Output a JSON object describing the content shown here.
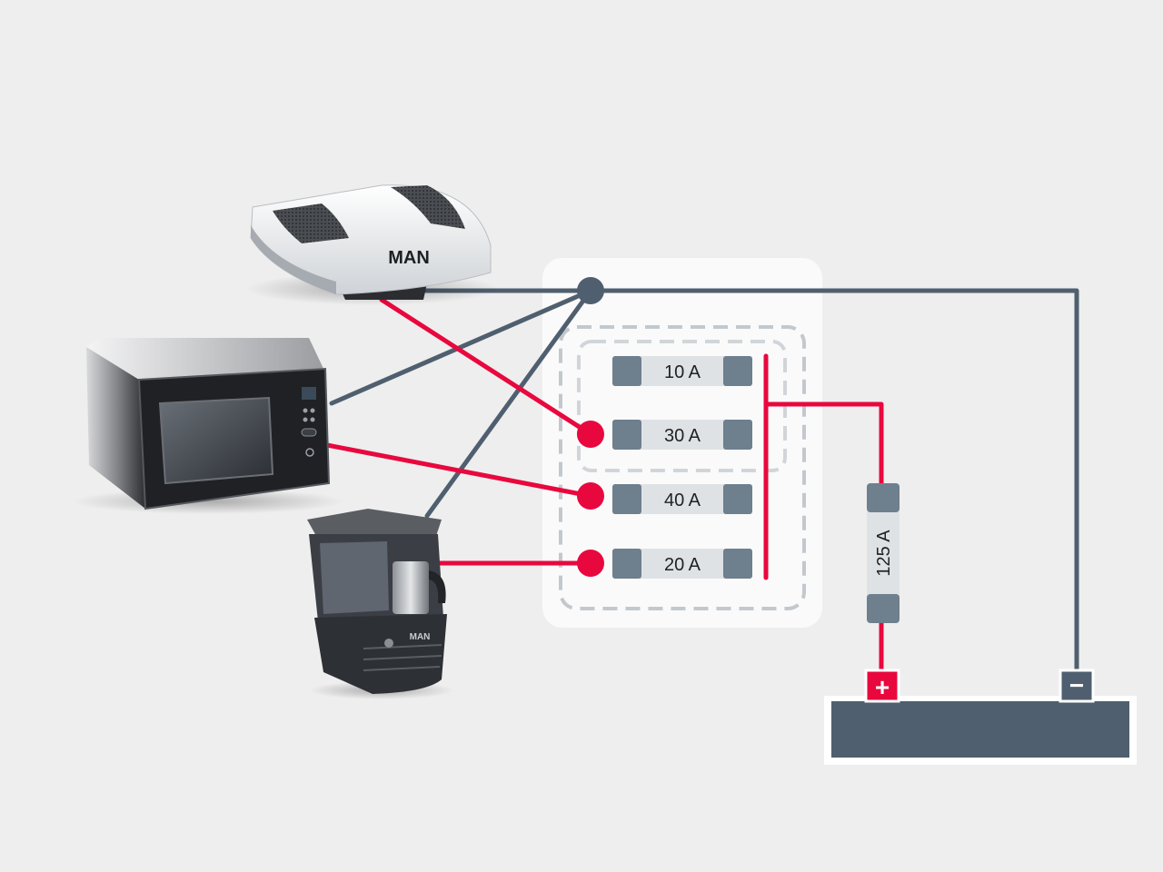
{
  "colors": {
    "background": "#eeeeee",
    "panel": "#fafafa",
    "positive_wire": "#e8083e",
    "negative_wire": "#4f5f6f",
    "fuse_cap": "#6e7f8e",
    "fuse_body": "#dfe2e5",
    "dashed_border": "#c3c8cd",
    "battery": "#4f5f6f"
  },
  "devices": {
    "air_conditioner": {
      "brand": "MAN"
    },
    "microwave": {},
    "coffee_maker": {
      "brand": "MAN"
    }
  },
  "fuses": [
    {
      "label": "10 A"
    },
    {
      "label": "30 A"
    },
    {
      "label": "40 A"
    },
    {
      "label": "20 A"
    }
  ],
  "main_fuse": {
    "label": "125 A"
  },
  "battery": {
    "positive_symbol": "+",
    "negative_symbol": "−"
  }
}
